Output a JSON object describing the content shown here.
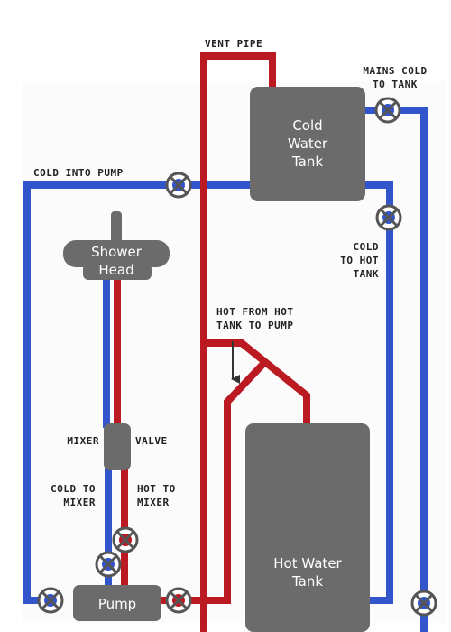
{
  "colors": {
    "cold_pipe": "#3355cc",
    "hot_pipe": "#bb1a22",
    "component": "#6b6b6b",
    "valve_ring": "#555555",
    "arrow": "#333333"
  },
  "labels": {
    "vent_pipe": "VENT PIPE",
    "mains_cold_to_tank": [
      "MAINS COLD",
      "TO TANK"
    ],
    "cold_into_pump": "COLD INTO PUMP",
    "cold_to_hot_tank": [
      "COLD",
      "TO HOT",
      "TANK"
    ],
    "hot_from_hot_tank_to_pump": [
      "HOT FROM HOT",
      "TANK TO PUMP"
    ],
    "mixer": "MIXER",
    "valve": "VALVE",
    "cold_to_mixer": [
      "COLD TO",
      "MIXER"
    ],
    "hot_to_mixer": [
      "HOT TO",
      "MIXER"
    ]
  },
  "components": {
    "cold_water_tank": [
      "Cold",
      "Water",
      "Tank"
    ],
    "hot_water_tank": [
      "Hot Water",
      "Tank"
    ],
    "shower_head": [
      "Shower",
      "Head"
    ],
    "pump": "Pump"
  },
  "valves": [
    {
      "id": "mains-cold-valve",
      "pipe": "cold"
    },
    {
      "id": "cold-into-pump-valve",
      "pipe": "cold"
    },
    {
      "id": "cold-to-hot-tank-valve",
      "pipe": "cold"
    },
    {
      "id": "pump-cold-inlet-valve",
      "pipe": "cold"
    },
    {
      "id": "cold-to-mixer-valve",
      "pipe": "cold"
    },
    {
      "id": "hot-to-mixer-valve",
      "pipe": "hot"
    },
    {
      "id": "pump-hot-inlet-valve",
      "pipe": "hot"
    },
    {
      "id": "hot-tank-cold-feed-valve",
      "pipe": "cold"
    }
  ]
}
